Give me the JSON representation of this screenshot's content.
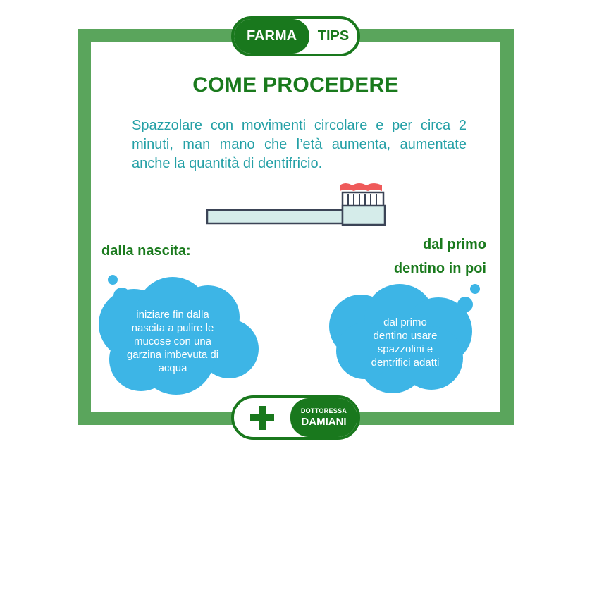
{
  "badge_top": {
    "left_text": "FARMA",
    "right_text": "TIPS"
  },
  "title": "COME PROCEDERE",
  "intro": "Spazzolare con movimenti circolare e per circa 2 minuti, man mano che l’età aumenta, aumentate anche la quantità di dentifricio.",
  "left_label": "dalla nascita:",
  "right_label": {
    "line1": "dal primo",
    "line2": "dentino in poi"
  },
  "left_cloud": {
    "line1": "iniziare fin dalla",
    "line2": "nascita a pulire le",
    "line3": "mucose con una",
    "line4": "garzina imbevuta di",
    "line5": "acqua"
  },
  "right_cloud": {
    "line1": "dal primo",
    "line2": "dentino usare",
    "line3": "spazzolini e",
    "line4": "dentrifici adatti"
  },
  "badge_bottom": {
    "small": "DOTTORESSA",
    "big": "DAMIANI"
  },
  "icons": [
    "toothbrush-icon",
    "cross-icon",
    "cloud-icon"
  ],
  "colors": {
    "frame": "#5aa55c",
    "dark_green": "#19781d",
    "teal_text": "#24a0a6",
    "cloud_blue": "#3db5e6",
    "paste_red": "#ef5a5a"
  }
}
